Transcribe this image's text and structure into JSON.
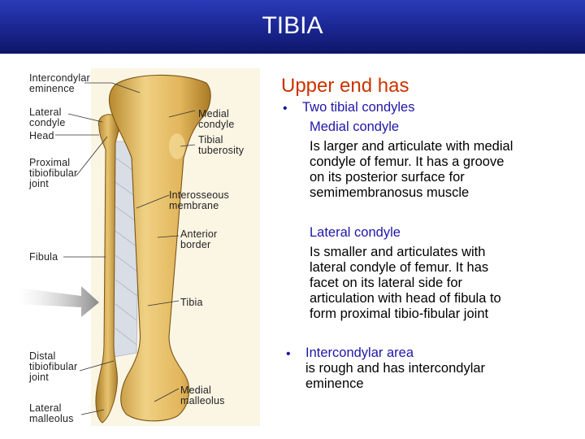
{
  "header": {
    "title": "TIBIA"
  },
  "figure": {
    "labels": {
      "intercondylar_eminence": "Intercondylar\neminence",
      "lateral_condyle": "Lateral\ncondyle",
      "head": "Head",
      "proximal_joint": "Proximal\ntibiofibular\njoint",
      "fibula": "Fibula",
      "distal_joint": "Distal\ntibiofibular\njoint",
      "lateral_malleolus": "Lateral\nmalleolus",
      "medial_condyle": "Medial\ncondyle",
      "tibial_tuberosity": "Tibial\ntuberosity",
      "interosseous_membrane": "Interosseous\nmembrane",
      "anterior_border": "Anterior\nborder",
      "tibia": "Tibia",
      "medial_malleolus": "Medial\nmalleolus"
    }
  },
  "content": {
    "heading": "Upper end has",
    "bullet1": {
      "dot": "•",
      "title": "Two tibial condyles",
      "medial_title": "Medial condyle",
      "medial_lines": [
        "Is larger and articulate with medial",
        "condyle of femur. It has a groove",
        "on its posterior surface for",
        "semimembranosus muscle"
      ],
      "lateral_title": "Lateral condyle",
      "lateral_lines": [
        "Is smaller and articulates with",
        "lateral condyle of femur. It has",
        "facet on its lateral side for",
        "articulation with head of fibula to",
        "form proximal tibio-fibular joint"
      ]
    },
    "bullet2": {
      "dot": "•",
      "title": "Intercondylar area",
      "lines": [
        "is rough and has intercondylar",
        "eminence"
      ]
    }
  },
  "colors": {
    "header_bg": "#1a2590",
    "heading": "#cc3300",
    "bullet_title": "#1f16a8",
    "bone": "#e0b860"
  }
}
